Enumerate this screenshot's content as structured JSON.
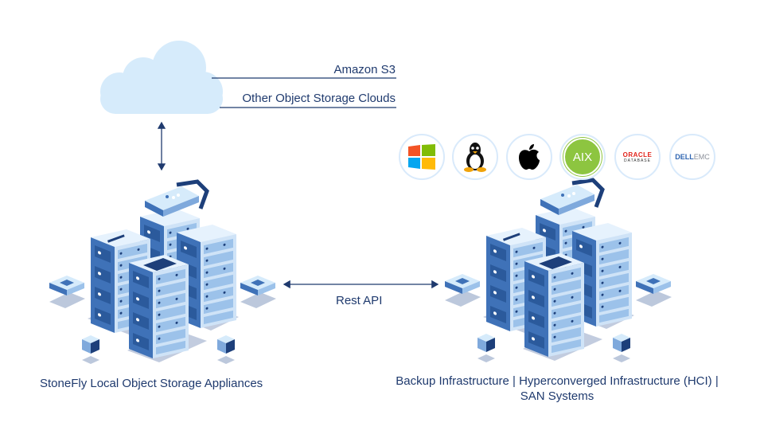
{
  "cloud": {
    "targets": [
      "Amazon S3",
      "Other Object Storage Clouds"
    ]
  },
  "left_cluster": {
    "label": "StoneFly Local Object Storage Appliances"
  },
  "connection": {
    "label": "Rest API"
  },
  "right_cluster": {
    "label_line1": "Backup Infrastructure | Hyperconverged Infrastructure (HCI) |",
    "label_line2": "SAN Systems"
  },
  "platform_logos": [
    {
      "name": "windows-logo"
    },
    {
      "name": "linux-tux-logo"
    },
    {
      "name": "apple-logo"
    },
    {
      "name": "aix-logo",
      "text": "AIX"
    },
    {
      "name": "oracle-database-logo",
      "text": "ORACLE",
      "subtext": "DATABASE"
    },
    {
      "name": "dell-emc-logo",
      "text": "DELL",
      "subtext": "EMC"
    }
  ],
  "colors": {
    "text": "#1f3a6e",
    "cloud": "#d6ebfb",
    "server_dark": "#3f72b8",
    "server_light": "#d3e7fa",
    "accent_navy": "#1d3f7a"
  }
}
